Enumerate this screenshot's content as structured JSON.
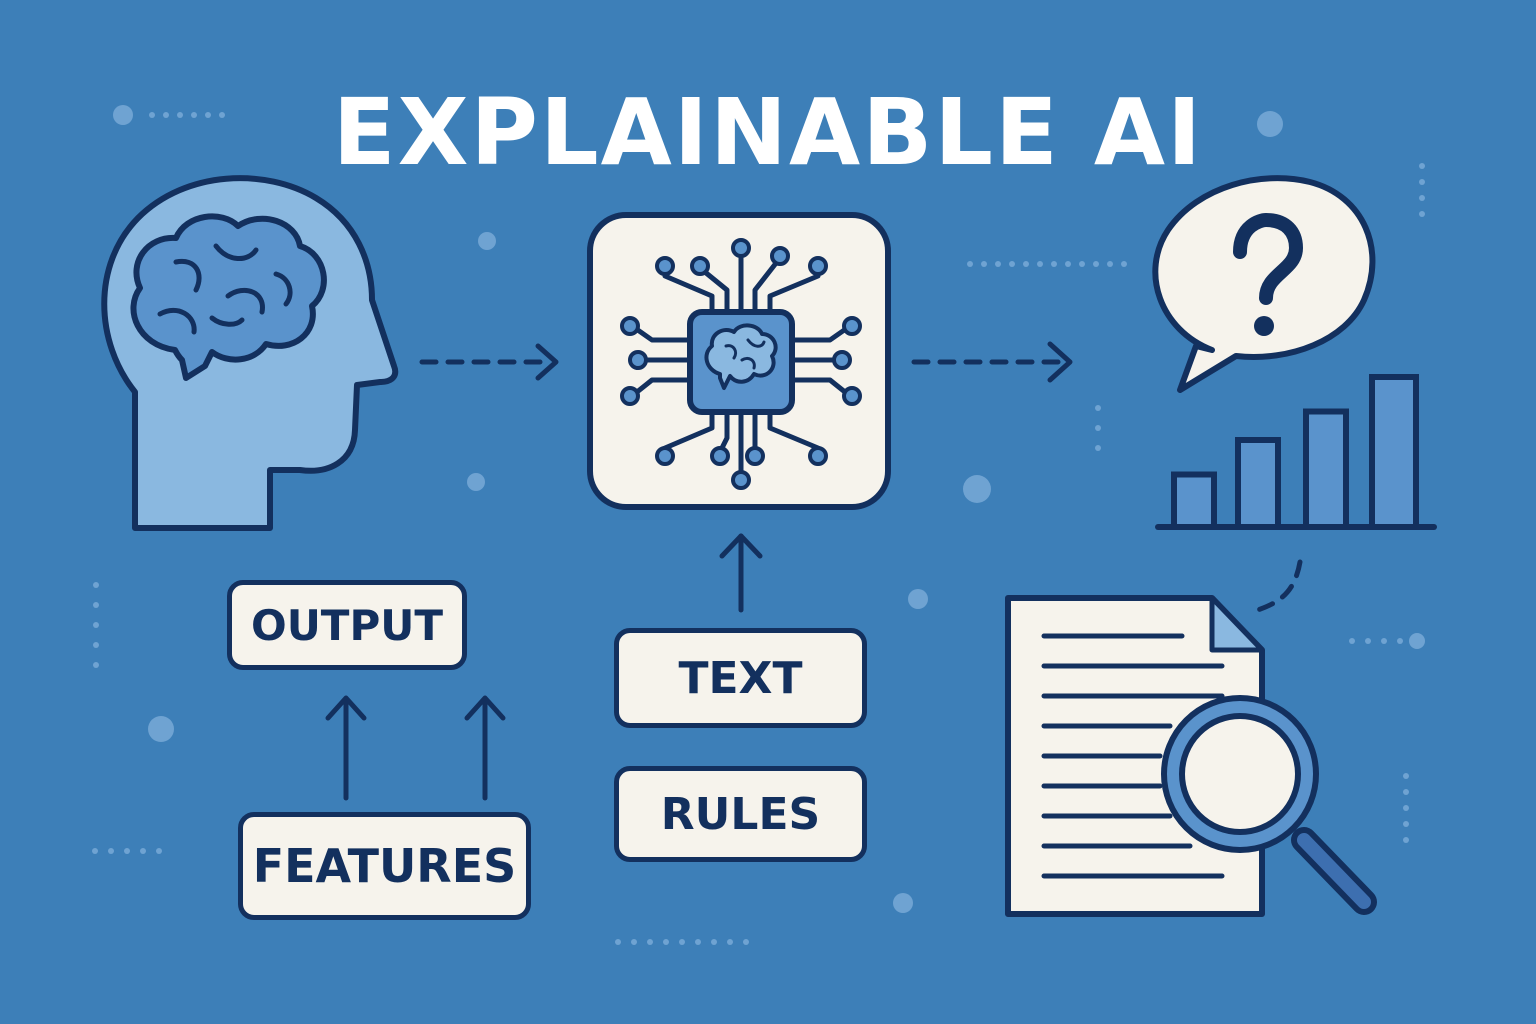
{
  "title": "EXPLAINABLE AI",
  "labels": {
    "output": "OUTPUT",
    "features": "FEATURES",
    "text": "TEXT",
    "rules": "RULES"
  },
  "colors": {
    "background": "#3d7fb8",
    "ink": "#13305e",
    "card": "#f6f3ec",
    "light_blue": "#8ab8e0",
    "mid_blue": "#5a93cc"
  },
  "icons": [
    "head-with-brain-icon",
    "ai-chip-icon",
    "speech-bubble-question-icon",
    "bar-chart-icon",
    "document-icon",
    "magnifier-icon"
  ],
  "bar_chart_levels": [
    0.35,
    0.58,
    0.77,
    1.0
  ]
}
